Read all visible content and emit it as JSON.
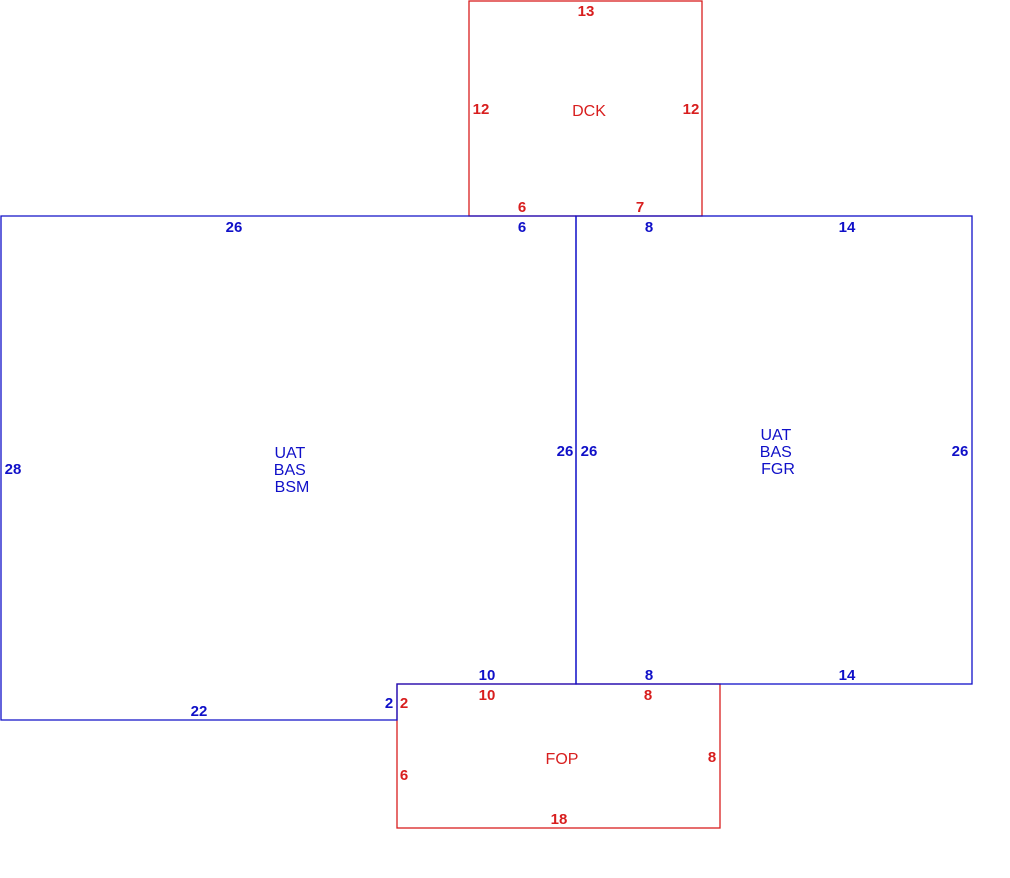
{
  "colors": {
    "main_structure": "#1010c8",
    "addition": "#d81e1e",
    "background": "#ffffff"
  },
  "areas": [
    {
      "id": "bsm",
      "lines": [
        "UAT",
        "BAS",
        "BSM"
      ]
    },
    {
      "id": "fgr",
      "lines": [
        "UAT",
        "BAS",
        "FGR"
      ]
    },
    {
      "id": "dck",
      "lines": [
        "DCK"
      ]
    },
    {
      "id": "fop",
      "lines": [
        "FOP"
      ]
    }
  ],
  "dimensions": {
    "dck_top": "13",
    "dck_left": "12",
    "dck_right": "12",
    "dck_bottom_left": "6",
    "dck_bottom_right": "7",
    "bsm_top_a": "26",
    "bsm_top_b": "6",
    "bsm_left": "28",
    "bsm_right": "26",
    "bsm_bottom_jog": "10",
    "bsm_step": "2",
    "bsm_bottom": "22",
    "fgr_top_a": "8",
    "fgr_top_b": "14",
    "fgr_left": "26",
    "fgr_right": "26",
    "fgr_bottom_a": "8",
    "fgr_bottom_b": "14",
    "fop_top_a": "10",
    "fop_top_b": "8",
    "fop_left_a": "2",
    "fop_left_b": "6",
    "fop_right": "8",
    "fop_bottom": "18"
  }
}
